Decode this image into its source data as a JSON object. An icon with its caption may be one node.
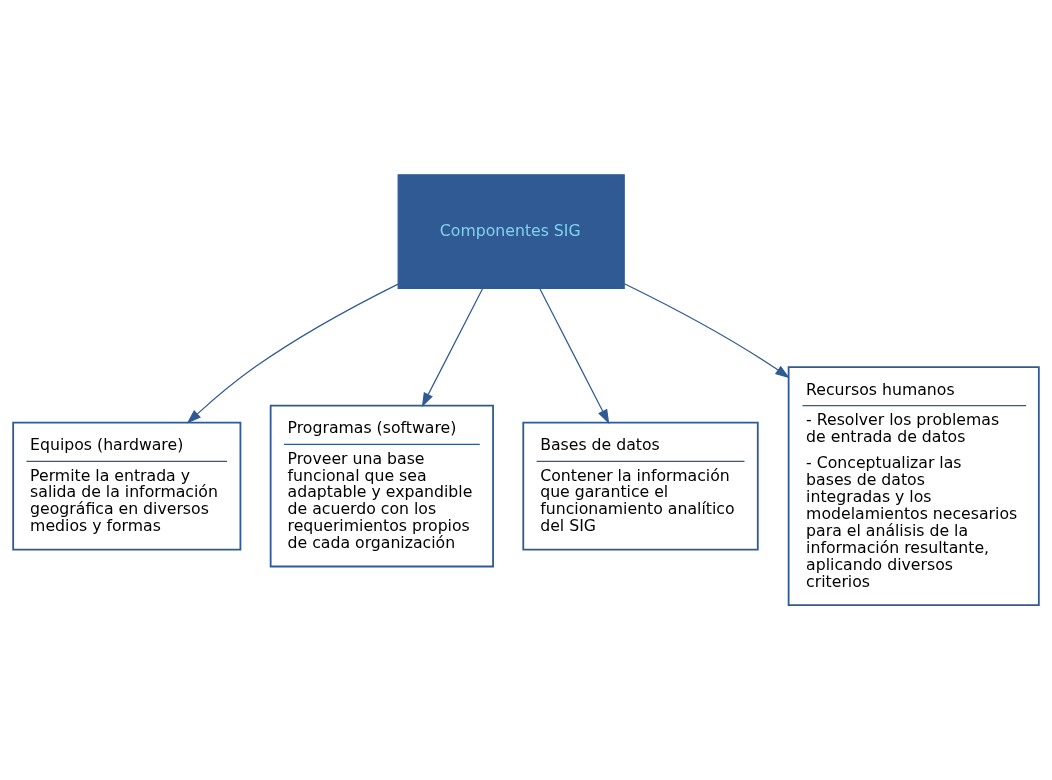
{
  "diagram": {
    "nodes": [
      {
        "text": [
          "Componentes SIG"
        ]
      },
      {
        "text": [
          "Equipos (hardware)",
          "Permite la entrada y salida de la información geográfica en diversos medios y formas"
        ]
      },
      {
        "text": [
          "Programas (software)",
          "Proveer una base funcional que sea adaptable y expandible de acuerdo con los requerimientos propios de cada organización"
        ]
      },
      {
        "text": [
          "Bases de datos",
          "Contener la información que garantice el funcionamiento analítico del SIG"
        ]
      },
      {
        "text": [
          "Recursos humanos",
          "- Resolver los problemas de entrada de datos",
          "- Conceptualizar las bases de datos integradas y los modelamientos necesarios para el análisis de la información resultante, aplicando diversos criterios"
        ]
      }
    ],
    "edges": [
      {
        "from": 0,
        "to": 1,
        "arrow": "to"
      },
      {
        "from": 0,
        "to": 2,
        "arrow": "to"
      },
      {
        "from": 0,
        "to": 3,
        "arrow": "to"
      },
      {
        "from": 0,
        "to": 4,
        "arrow": "to"
      }
    ]
  }
}
